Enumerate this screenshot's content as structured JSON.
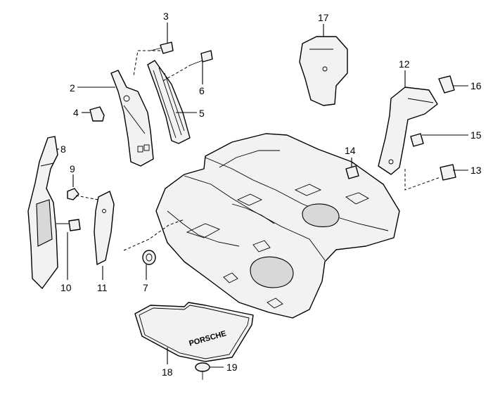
{
  "diagram": {
    "callouts": [
      {
        "id": "1",
        "label": "2"
      },
      {
        "id": "2",
        "label": "3"
      },
      {
        "id": "3",
        "label": "4"
      },
      {
        "id": "4",
        "label": "5"
      },
      {
        "id": "5",
        "label": "6"
      },
      {
        "id": "6",
        "label": "7"
      },
      {
        "id": "7",
        "label": "8"
      },
      {
        "id": "8",
        "label": "9"
      },
      {
        "id": "9",
        "label": "10"
      },
      {
        "id": "10",
        "label": "11"
      },
      {
        "id": "11",
        "label": "12"
      },
      {
        "id": "12",
        "label": "13"
      },
      {
        "id": "13",
        "label": "14"
      },
      {
        "id": "14",
        "label": "15"
      },
      {
        "id": "15",
        "label": "16"
      },
      {
        "id": "16",
        "label": "17"
      },
      {
        "id": "17",
        "label": "18"
      },
      {
        "id": "18",
        "label": "19"
      }
    ],
    "floor_mat_logo": "PORSCHE"
  }
}
